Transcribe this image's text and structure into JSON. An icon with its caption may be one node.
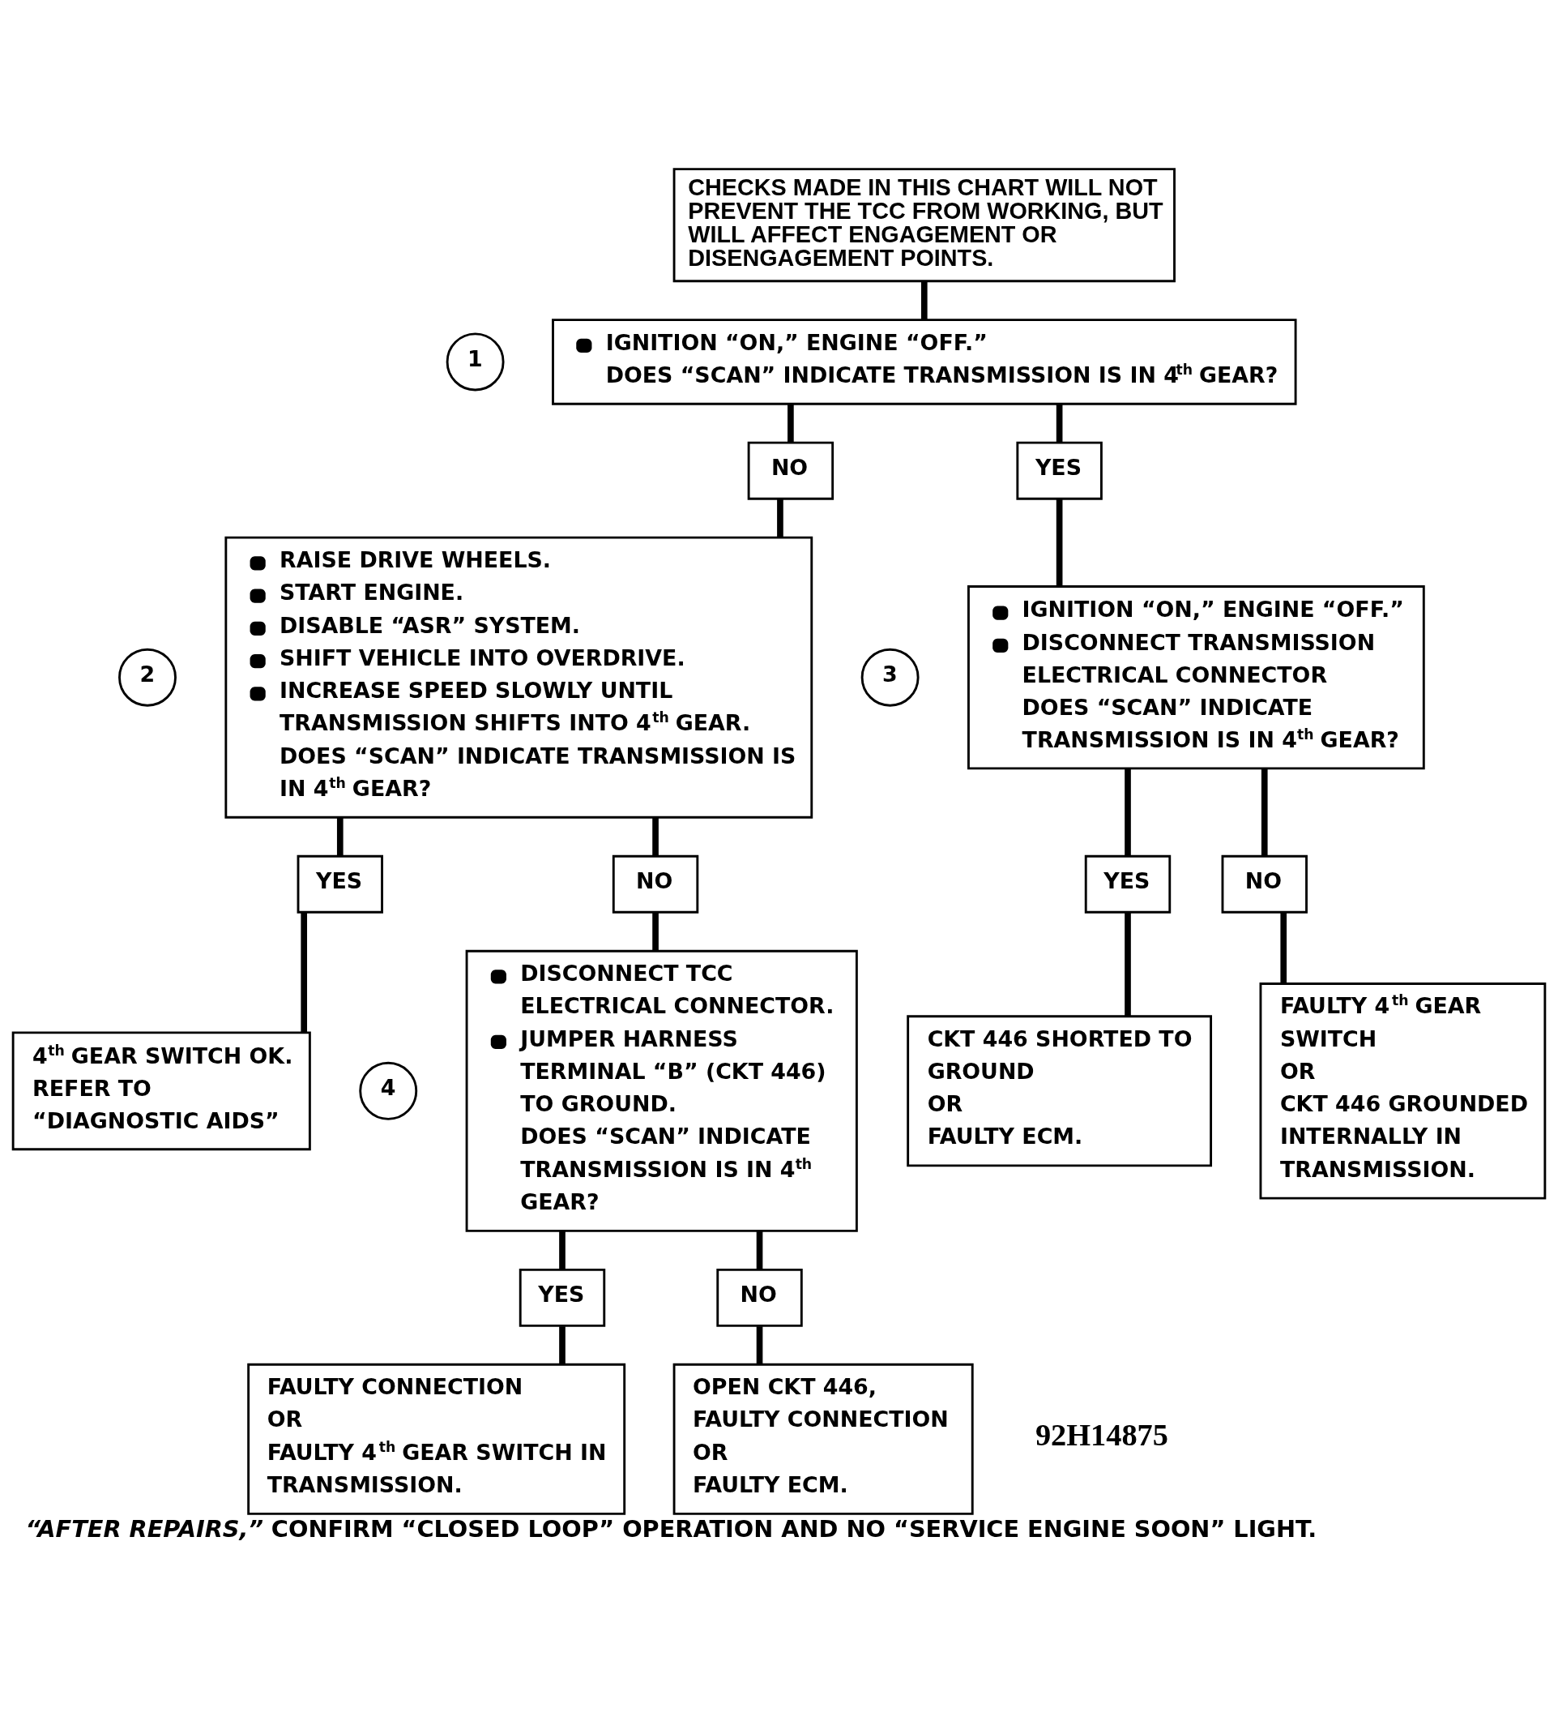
{
  "diagram": {
    "caption": "*“AFTER REPAIRS,”* CONFIRM “CLOSED LOOP” OPERATION AND NO “SERVICE ENGINE SOON” LIGHT.",
    "nodes": [
      {
        "text": [
          "CHECKS MADE IN THIS CHART WILL NOT PREVENT THE TCC FROM WORKING, BUT WILL AFFECT ENGAGEMENT OR DISENGAGEMENT POINTS."
        ]
      },
      {
        "text": [
          "1"
        ]
      },
      {
        "text": [
          "IGNITION “ON,” ENGINE “OFF.”",
          "DOES “SCAN” INDICATE TRANSMISSION IS IN 4$^{th}$ GEAR?"
        ]
      },
      {
        "text": [
          "NO"
        ]
      },
      {
        "text": [
          "YES"
        ]
      },
      {
        "text": [
          "2"
        ]
      },
      {
        "text": [
          "RAISE DRIVE WHEELS.",
          "START ENGINE.",
          "DISABLE “ASR” SYSTEM.",
          "SHIFT VEHICLE INTO OVERDRIVE.",
          "INCREASE SPEED SLOWLY UNTIL TRANSMISSION SHIFTS INTO 4$^{th}$ GEAR.",
          "DOES “SCAN” INDICATE TRANSMISSION IS IN 4$^{th}$ GEAR?"
        ]
      },
      {
        "text": [
          "3"
        ]
      },
      {
        "text": [
          "IGNITION “ON,” ENGINE “OFF.”",
          "DISCONNECT TRANSMISSION ELECTRICAL CONNECTOR",
          "DOES “SCAN” INDICATE TRANSMISSION IS IN 4$^{th}$ GEAR?"
        ]
      },
      {
        "text": [
          "YES"
        ]
      },
      {
        "text": [
          "NO"
        ]
      },
      {
        "text": [
          "YES"
        ]
      },
      {
        "text": [
          "NO"
        ]
      },
      {
        "text": [
          "4$^{th}$ GEAR SWITCH OK.",
          "REFER TO “DIAGNOSTIC AIDS”"
        ]
      },
      {
        "text": [
          "4"
        ]
      },
      {
        "text": [
          "DISCONNECT TCC ELECTRICAL CONNECTOR.",
          "JUMPER HARNESS TERMINAL “B” (CKT 446) TO GROUND.",
          "DOES “SCAN” INDICATE TRANSMISSION IS IN 4$^{th}$ GEAR?"
        ]
      },
      {
        "text": [
          "CKT 446 SHORTED TO GROUND",
          "OR",
          "FAULTY ECM."
        ]
      },
      {
        "text": [
          "FAULTY 4$^{th}$ GEAR SWITCH",
          "OR",
          "CKT 446 GROUNDED INTERNALLY IN TRANSMISSION."
        ]
      },
      {
        "text": [
          "YES"
        ]
      },
      {
        "text": [
          "NO"
        ]
      },
      {
        "text": [
          "FAULTY CONNECTION",
          "OR",
          "FAULTY 4$^{th}$ GEAR SWITCH IN TRANSMISSION."
        ]
      },
      {
        "text": [
          "OPEN CKT 446,",
          "FAULTY CONNECTION",
          "OR",
          "FAULTY ECM."
        ]
      }
    ],
    "edges": [
      {
        "from": 0,
        "to": 2,
        "arrow": "none"
      },
      {
        "from": 2,
        "to": 3,
        "arrow": "none"
      },
      {
        "from": 2,
        "to": 4,
        "arrow": "none"
      },
      {
        "from": 3,
        "to": 6,
        "arrow": "none"
      },
      {
        "from": 4,
        "to": 8,
        "arrow": "none"
      },
      {
        "from": 6,
        "to": 9,
        "arrow": "none"
      },
      {
        "from": 6,
        "to": 10,
        "arrow": "none"
      },
      {
        "from": 9,
        "to": 13,
        "arrow": "none"
      },
      {
        "from": 10,
        "to": 15,
        "arrow": "none"
      },
      {
        "from": 8,
        "to": 11,
        "arrow": "none"
      },
      {
        "from": 8,
        "to": 12,
        "arrow": "none"
      },
      {
        "from": 11,
        "to": 16,
        "arrow": "none"
      },
      {
        "from": 12,
        "to": 17,
        "arrow": "none"
      },
      {
        "from": 15,
        "to": 18,
        "arrow": "none"
      },
      {
        "from": 15,
        "to": 19,
        "arrow": "none"
      },
      {
        "from": 18,
        "to": 20,
        "arrow": "none"
      },
      {
        "from": 19,
        "to": 21,
        "arrow": "none"
      }
    ],
    "labels": [
      "92H14875"
    ]
  }
}
